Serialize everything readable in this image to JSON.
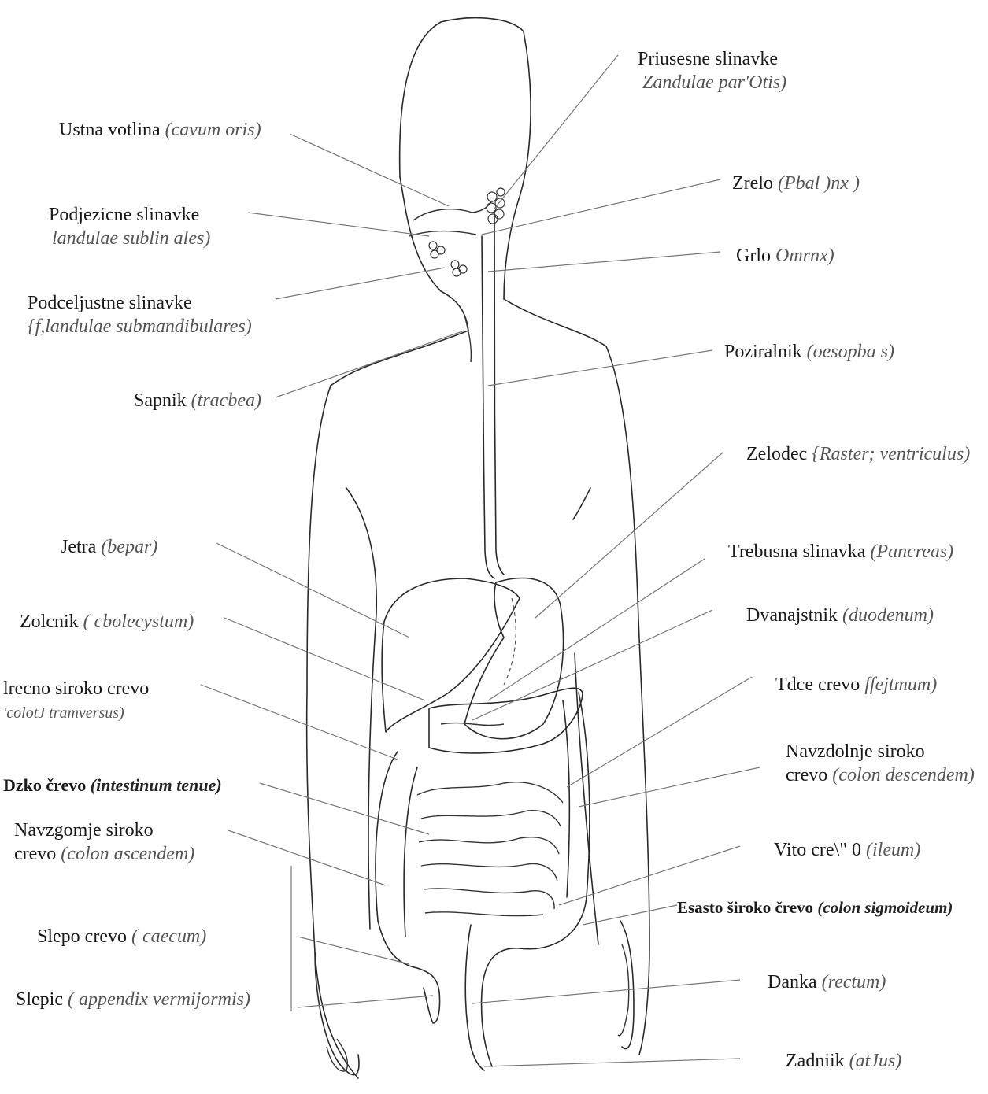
{
  "labels_left": [
    {
      "id": "ustna-votlina",
      "name": "Ustna votlina",
      "latin": "(cavum oris)"
    },
    {
      "id": "podjezicne",
      "name": "Podjezicne slinavke",
      "latin": "landulae sublin ales)"
    },
    {
      "id": "podceljustne",
      "name": "Podceljustne slinavke",
      "latin": "{f,landulae submandibulares)"
    },
    {
      "id": "sapnik",
      "name": "Sapnik",
      "latin": "(tracbea)"
    },
    {
      "id": "jetra",
      "name": "Jetra",
      "latin": "(bepar)"
    },
    {
      "id": "zolcnik",
      "name": "Zolcnik",
      "latin": "( cbolecystum)"
    },
    {
      "id": "precno",
      "name": "lrecno siroko crevo",
      "latin": "'colotJ tramversus)"
    },
    {
      "id": "tanko",
      "name": "Dzko črevo",
      "latin": "(intestinum tenue)"
    },
    {
      "id": "navzgornje",
      "name": "Navzgomje siroko",
      "name2": "crevo",
      "latin": "(colon ascendem)"
    },
    {
      "id": "slepo",
      "name": "Slepo crevo",
      "latin": "( caecum)"
    },
    {
      "id": "slepic",
      "name": "Slepic",
      "latin": "( appendix vermijormis)"
    }
  ],
  "labels_right": [
    {
      "id": "priusesne",
      "name": "Priusesne slinavke",
      "latin": "Zandulae par'Otis)"
    },
    {
      "id": "zrelo",
      "name": "Zrelo",
      "latin": "(Pbal )nx )"
    },
    {
      "id": "grlo",
      "name": "Grlo",
      "latin": "Omrnx)"
    },
    {
      "id": "poziralnik",
      "name": "Poziralnik",
      "latin": "(oesopba s)"
    },
    {
      "id": "zelodec",
      "name": "Zelodec",
      "latin": "{Raster; ventriculus)"
    },
    {
      "id": "trebusna",
      "name": "Trebusna  slinavka",
      "latin": "(Pancreas)"
    },
    {
      "id": "dvanajstnik",
      "name": "Dvanajstnik",
      "latin": "(duodenum)"
    },
    {
      "id": "tesce",
      "name": "Tdce crevo",
      "latin": "ffejtmum)"
    },
    {
      "id": "navzdolnje",
      "name": "Navzdolnje siroko",
      "name2": "crevo",
      "latin": "(colon descendem)"
    },
    {
      "id": "vito",
      "name": "Vito cre\\\" 0",
      "latin": "(ileum)"
    },
    {
      "id": "esasto",
      "name": "Esasto široko črevo",
      "latin": "(colon sigmoideum)"
    },
    {
      "id": "danka",
      "name": "Danka",
      "latin": "(rectum)"
    },
    {
      "id": "zadnjik",
      "name": "Zadniik",
      "latin": "(atJus)"
    }
  ]
}
